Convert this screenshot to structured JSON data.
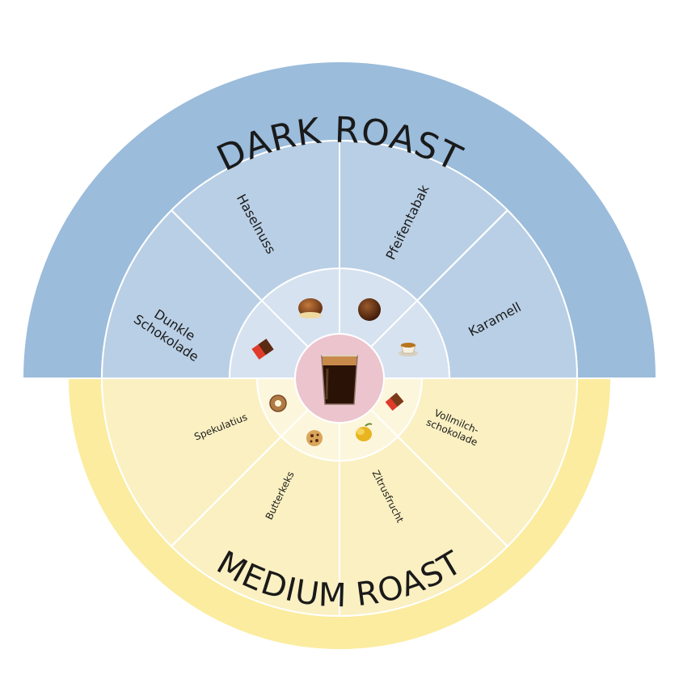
{
  "title_dark": "DARK ROAST",
  "title_medium": "MEDIUM ROAST",
  "colors": {
    "dark_outer": "#9bbcdb",
    "dark_middle": "#b9cfe5",
    "dark_inner": "#d6e2f0",
    "medium_outer": "#fbec9f",
    "medium_middle": "#fbf0c2",
    "medium_inner": "#fcf6dc",
    "center": "#ecc4cd"
  },
  "dark_segments": [
    {
      "lines": [
        "Dunkle",
        "Schokolade"
      ],
      "icon": "chocolate-piece-icon"
    },
    {
      "lines": [
        "Haselnuss"
      ],
      "icon": "hazelnut-praline-icon"
    },
    {
      "lines": [
        "Pfeifentabak"
      ],
      "icon": "tobacco-ball-icon"
    },
    {
      "lines": [
        "Karamell"
      ],
      "icon": "caramel-cup-icon"
    }
  ],
  "medium_segments": [
    {
      "lines": [
        "Spekulatius"
      ],
      "icon": "cookie-ring-icon"
    },
    {
      "lines": [
        "Butterkeks"
      ],
      "icon": "butter-cookie-icon"
    },
    {
      "lines": [
        "Zitrusfrucht"
      ],
      "icon": "citrus-fruit-icon"
    },
    {
      "lines": [
        "Vollmilch-",
        "schokolade"
      ],
      "icon": "milk-chocolate-icon"
    }
  ],
  "center_icon": "espresso-glass-icon"
}
